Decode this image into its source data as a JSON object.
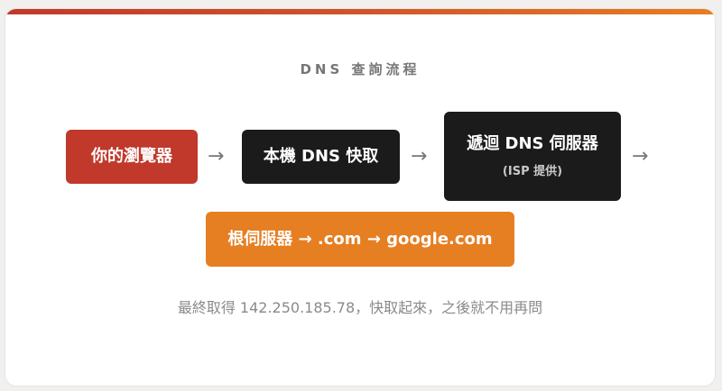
{
  "diagram": {
    "title": "DNS 查詢流程",
    "nodes": [
      {
        "label": "你的瀏覽器",
        "sub": ""
      },
      {
        "label": "本機 DNS 快取",
        "sub": ""
      },
      {
        "label": "遞迴 DNS 伺服器",
        "sub": "(ISP 提供)"
      },
      {
        "label": "根伺服器 → .com → google.com",
        "sub": ""
      }
    ],
    "arrows": [
      "→",
      "→",
      "→"
    ],
    "footer": "最終取得 142.250.185.78，快取起來，之後就不用再問"
  },
  "colors": {
    "accent_red": "#c0392b",
    "node_dark": "#1b1b1b",
    "accent_orange": "#e67e22"
  }
}
